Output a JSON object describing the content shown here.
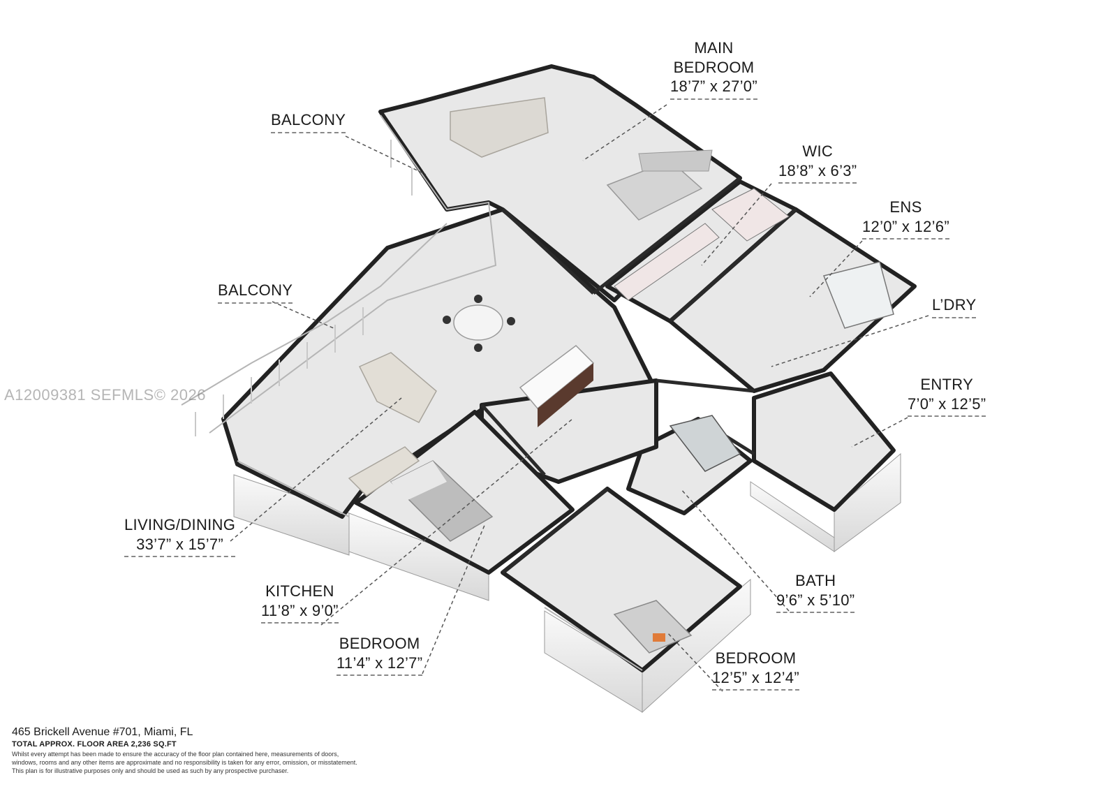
{
  "rooms": {
    "main_bedroom": {
      "name_line1": "MAIN",
      "name_line2": "BEDROOM",
      "dims": "18’7” x 27’0”"
    },
    "balcony_top": {
      "name": "BALCONY"
    },
    "wic": {
      "name": "WIC",
      "dims": "18’8” x 6’3”"
    },
    "ens": {
      "name": "ENS",
      "dims": "12’0” x 12’6”"
    },
    "balcony_left": {
      "name": "BALCONY"
    },
    "laundry": {
      "name": "L’DRY"
    },
    "entry": {
      "name": "ENTRY",
      "dims": "7’0” x 12’5”"
    },
    "living_dining": {
      "name": "LIVING/DINING",
      "dims": "33’7” x 15’7”"
    },
    "kitchen": {
      "name": "KITCHEN",
      "dims": "11’8” x 9’0”"
    },
    "bath": {
      "name": "BATH",
      "dims": "9’6” x 5’10”"
    },
    "bedroom_2": {
      "name": "BEDROOM",
      "dims": "11’4” x 12’7”"
    },
    "bedroom_3": {
      "name": "BEDROOM",
      "dims": "12’5” x 12’4”"
    }
  },
  "watermark": "A12009381  SEFMLS© 2026",
  "footer": {
    "address": "465 Brickell Avenue #701, Miami, FL",
    "floor_area": "TOTAL APPROX. FLOOR AREA 2,236 SQ.FT",
    "disclaimer_lines": [
      "Whilst every attempt has been made to ensure the accuracy of the floor plan contained here, measurements of doors,",
      "windows, rooms and any other items are approximate and no responsibility is taken for any error, omission, or misstatement.",
      "This plan is for illustrative purposes only and should be used as such by any prospective purchaser."
    ]
  },
  "colors": {
    "floor": "#e6e6e6",
    "wall_top": "#262626",
    "wall_side": "#f3f3f3",
    "glass": "#dcdcdc",
    "leader": "#666666"
  },
  "icons": [
    "sofa-icon",
    "bed-icon",
    "dining-table-icon",
    "kitchen-island-icon",
    "shower-icon",
    "closet-icon"
  ]
}
